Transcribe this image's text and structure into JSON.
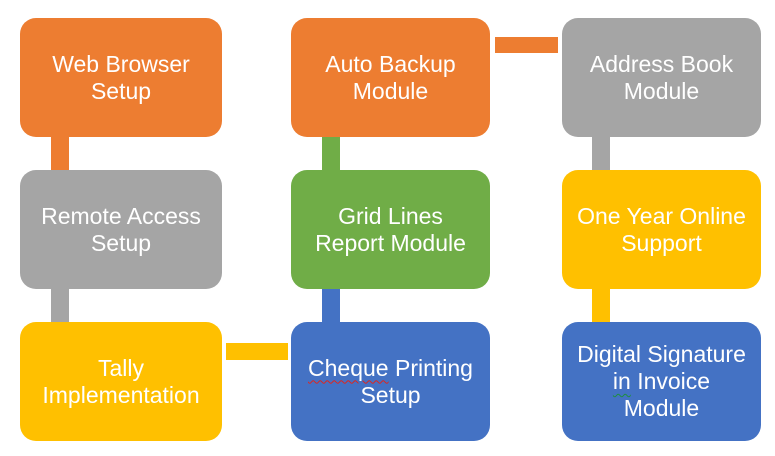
{
  "diagram": {
    "type": "smartart-bending-process-flow",
    "background_color": "#FFFFFF",
    "text_color": "#FFFFFF",
    "proofing_marks": {
      "spelling_underline_color": "#E0241B",
      "grammar_underline_color": "#1E8E3E"
    }
  },
  "nodes": [
    {
      "label": "Web Browser Setup",
      "fill": "#ED7D31",
      "line1": "Web Browser",
      "line2": "Setup"
    },
    {
      "label": "Remote Access Setup",
      "fill": "#A5A5A5",
      "line1": "Remote Access",
      "line2": "Setup"
    },
    {
      "label": "Tally Implementation",
      "fill": "#FFC000",
      "line1": "Tally",
      "line2": "Implementation"
    },
    {
      "label": "Cheque Printing Setup",
      "fill": "#4472C4",
      "line1_misspelled": "Cheque",
      "line1_rest": " Printing",
      "line2": "Setup"
    },
    {
      "label": "Grid Lines Report Module",
      "fill": "#70AD47",
      "line1": "Grid Lines",
      "line2": "Report Module"
    },
    {
      "label": "Auto Backup Module",
      "fill": "#ED7D31",
      "line1": "Auto Backup",
      "line2": "Module"
    },
    {
      "label": "Address Book Module",
      "fill": "#A5A5A5",
      "line1": "Address Book",
      "line2": "Module"
    },
    {
      "label": "One Year Online Support",
      "fill": "#FFC000",
      "line1": "One Year Online",
      "line2": "Support"
    },
    {
      "label": "Digital Signature in Invoice Module",
      "fill": "#4472C4",
      "line1": "Digital Signature",
      "line2_grammar": "in",
      "line2_rest": " Invoice",
      "line3": "Module"
    }
  ],
  "connectors": [
    {
      "from": "Web Browser Setup",
      "to": "Remote Access Setup",
      "orientation": "vertical",
      "color": "#ED7D31"
    },
    {
      "from": "Remote Access Setup",
      "to": "Tally Implementation",
      "orientation": "vertical",
      "color": "#A5A5A5"
    },
    {
      "from": "Tally Implementation",
      "to": "Cheque Printing Setup",
      "orientation": "horizontal",
      "color": "#FFC000"
    },
    {
      "from": "Cheque Printing Setup",
      "to": "Grid Lines Report Module",
      "orientation": "vertical",
      "color": "#4472C4"
    },
    {
      "from": "Grid Lines Report Module",
      "to": "Auto Backup Module",
      "orientation": "vertical",
      "color": "#70AD47"
    },
    {
      "from": "Auto Backup Module",
      "to": "Address Book Module",
      "orientation": "horizontal",
      "color": "#ED7D31"
    },
    {
      "from": "Address Book Module",
      "to": "One Year Online Support",
      "orientation": "vertical",
      "color": "#A5A5A5"
    },
    {
      "from": "One Year Online Support",
      "to": "Digital Signature in Invoice Module",
      "orientation": "vertical",
      "color": "#FFC000"
    }
  ],
  "flow_order": [
    "Web Browser Setup",
    "Remote Access Setup",
    "Tally Implementation",
    "Cheque Printing Setup",
    "Grid Lines Report Module",
    "Auto Backup Module",
    "Address Book Module",
    "One Year Online Support",
    "Digital Signature in Invoice Module"
  ]
}
